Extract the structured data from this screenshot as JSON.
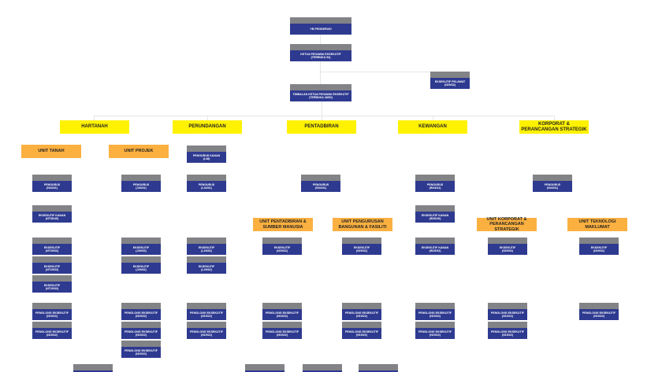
{
  "colors": {
    "banner": "#fff200",
    "unit": "#fbb040",
    "box_header": "#828386",
    "box_body": "#2e3a90"
  },
  "banners": [
    "HARTANAH",
    "PERUNDANGAN",
    "PENTADBIRAN",
    "KEWANGAN",
    "KORPORAT & PERANCANGAN STRATEGIK"
  ],
  "units": [
    "UNIT TANAH",
    "UNIT PROJEK",
    "UNIT PENTADBIRAN & SUMBER MANUSIA",
    "UNIT PENGURUSAN BANGUNAN & FASILITI",
    "UNIT KORPORAT & PERANCANGAN STRATEGIK",
    "UNIT TEKNOLOGI MAKLUMAT"
  ],
  "boxes": [
    {
      "title": "YB PENGERUSI",
      "grade": ""
    },
    {
      "title": "KETUA PEGAWAI EKSEKUTIF",
      "grade": "(TERBUKA 54)"
    },
    {
      "title": "TIMBALAN KETUA PEGAWAI EKSEKUTIF",
      "grade": "(TERBUKA 48/52)"
    },
    {
      "title": "EKSEKUTIF PELAWAT",
      "grade": "(N29/32)"
    },
    {
      "title": "PENGURUS KANAN",
      "grade": "(L48)"
    },
    {
      "title": "PENGURUS",
      "grade": "(N44/41)"
    },
    {
      "title": "PENGURUS",
      "grade": "(J44/41)"
    },
    {
      "title": "PENGURUS",
      "grade": "(L44/41)"
    },
    {
      "title": "PENGURUS",
      "grade": "(N44/41)"
    },
    {
      "title": "PENGURUS",
      "grade": "(W44/41)"
    },
    {
      "title": "PENGURUS",
      "grade": "(N44/41)"
    },
    {
      "title": "EKSEKUTIF KANAN",
      "grade": "(NT36/40)"
    },
    {
      "title": "EKSEKUTIF KANAN",
      "grade": "(W36/40)"
    },
    {
      "title": "EKSEKUTIF",
      "grade": "(NT29/32)"
    },
    {
      "title": "EKSEKUTIF",
      "grade": "(NT29/32)"
    },
    {
      "title": "EKSEKUTIF",
      "grade": "(NT29/32)"
    },
    {
      "title": "EKSEKUTIF",
      "grade": "(J29/32)"
    },
    {
      "title": "EKSEKUTIF",
      "grade": "(J29/32)"
    },
    {
      "title": "EKSEKUTIF",
      "grade": "(L29/32)"
    },
    {
      "title": "EKSEKUTIF",
      "grade": "(L29/32)"
    },
    {
      "title": "EKSEKUTIF",
      "grade": "(N29/32)"
    },
    {
      "title": "EKSEKUTIF",
      "grade": "(N29/32)"
    },
    {
      "title": "EKSEKUTIF KANAN",
      "grade": "(W29/32)"
    },
    {
      "title": "EKSEKUTIF",
      "grade": "(N29/32)"
    },
    {
      "title": "EKSEKUTIF",
      "grade": "(N29/32)"
    },
    {
      "title": "PENOLONG EKSEKUTIF",
      "grade": "(N19/22)"
    },
    {
      "title": "PENOLONG EKSEKUTIF",
      "grade": "(N19/22)"
    },
    {
      "title": "PENOLONG EKSEKUTIF",
      "grade": "(N19/22)"
    },
    {
      "title": "PENOLONG EKSEKUTIF",
      "grade": "(N19/22)"
    },
    {
      "title": "PENOLONG EKSEKUTIF",
      "grade": "(N19/22)"
    },
    {
      "title": "PENOLONG EKSEKUTIF",
      "grade": "(N19/22)"
    },
    {
      "title": "PENOLONG EKSEKUTIF",
      "grade": "(N19/22)"
    },
    {
      "title": "PENOLONG EKSEKUTIF",
      "grade": "(N19/22)"
    },
    {
      "title": "PENOLONG EKSEKUTIF",
      "grade": "(N19/22)"
    },
    {
      "title": "PENOLONG EKSEKUTIF",
      "grade": "(N19/22)"
    },
    {
      "title": "PENOLONG EKSEKUTIF",
      "grade": "(N19/22)"
    },
    {
      "title": "PENOLONG EKSEKUTIF",
      "grade": "(N19/22)"
    },
    {
      "title": "PENOLONG EKSEKUTIF",
      "grade": "(N19/22)"
    },
    {
      "title": "PENOLONG EKSEKUTIF",
      "grade": "(N19/22)"
    },
    {
      "title": "PENOLONG EKSEKUTIF",
      "grade": "(N19/22)"
    },
    {
      "title": "PENOLONG EKSEKUTIF",
      "grade": "(N19/22)"
    }
  ]
}
